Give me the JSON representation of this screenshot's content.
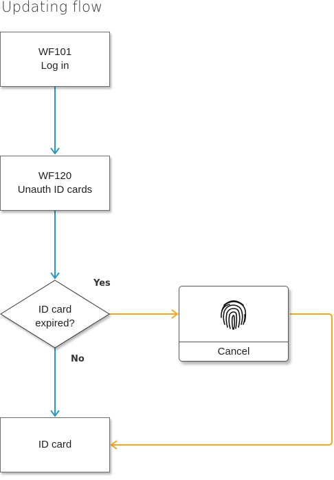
{
  "title": "Updating flow",
  "nodes": {
    "login": {
      "line1": "WF101",
      "line2": "Log in"
    },
    "unauth": {
      "line1": "WF120",
      "line2": "Unauth ID cards"
    },
    "decision": {
      "line1": "ID card",
      "line2": "expired?"
    },
    "id_card": {
      "label": "ID card"
    },
    "dialog": {
      "icon": "fingerprint-icon",
      "cancel_label": "Cancel"
    }
  },
  "edges": {
    "yes_label": "Yes",
    "no_label": "No"
  },
  "colors": {
    "blue_connector": "#2a96c4",
    "orange_connector": "#f5a623",
    "box_border": "#6e6e6e"
  }
}
